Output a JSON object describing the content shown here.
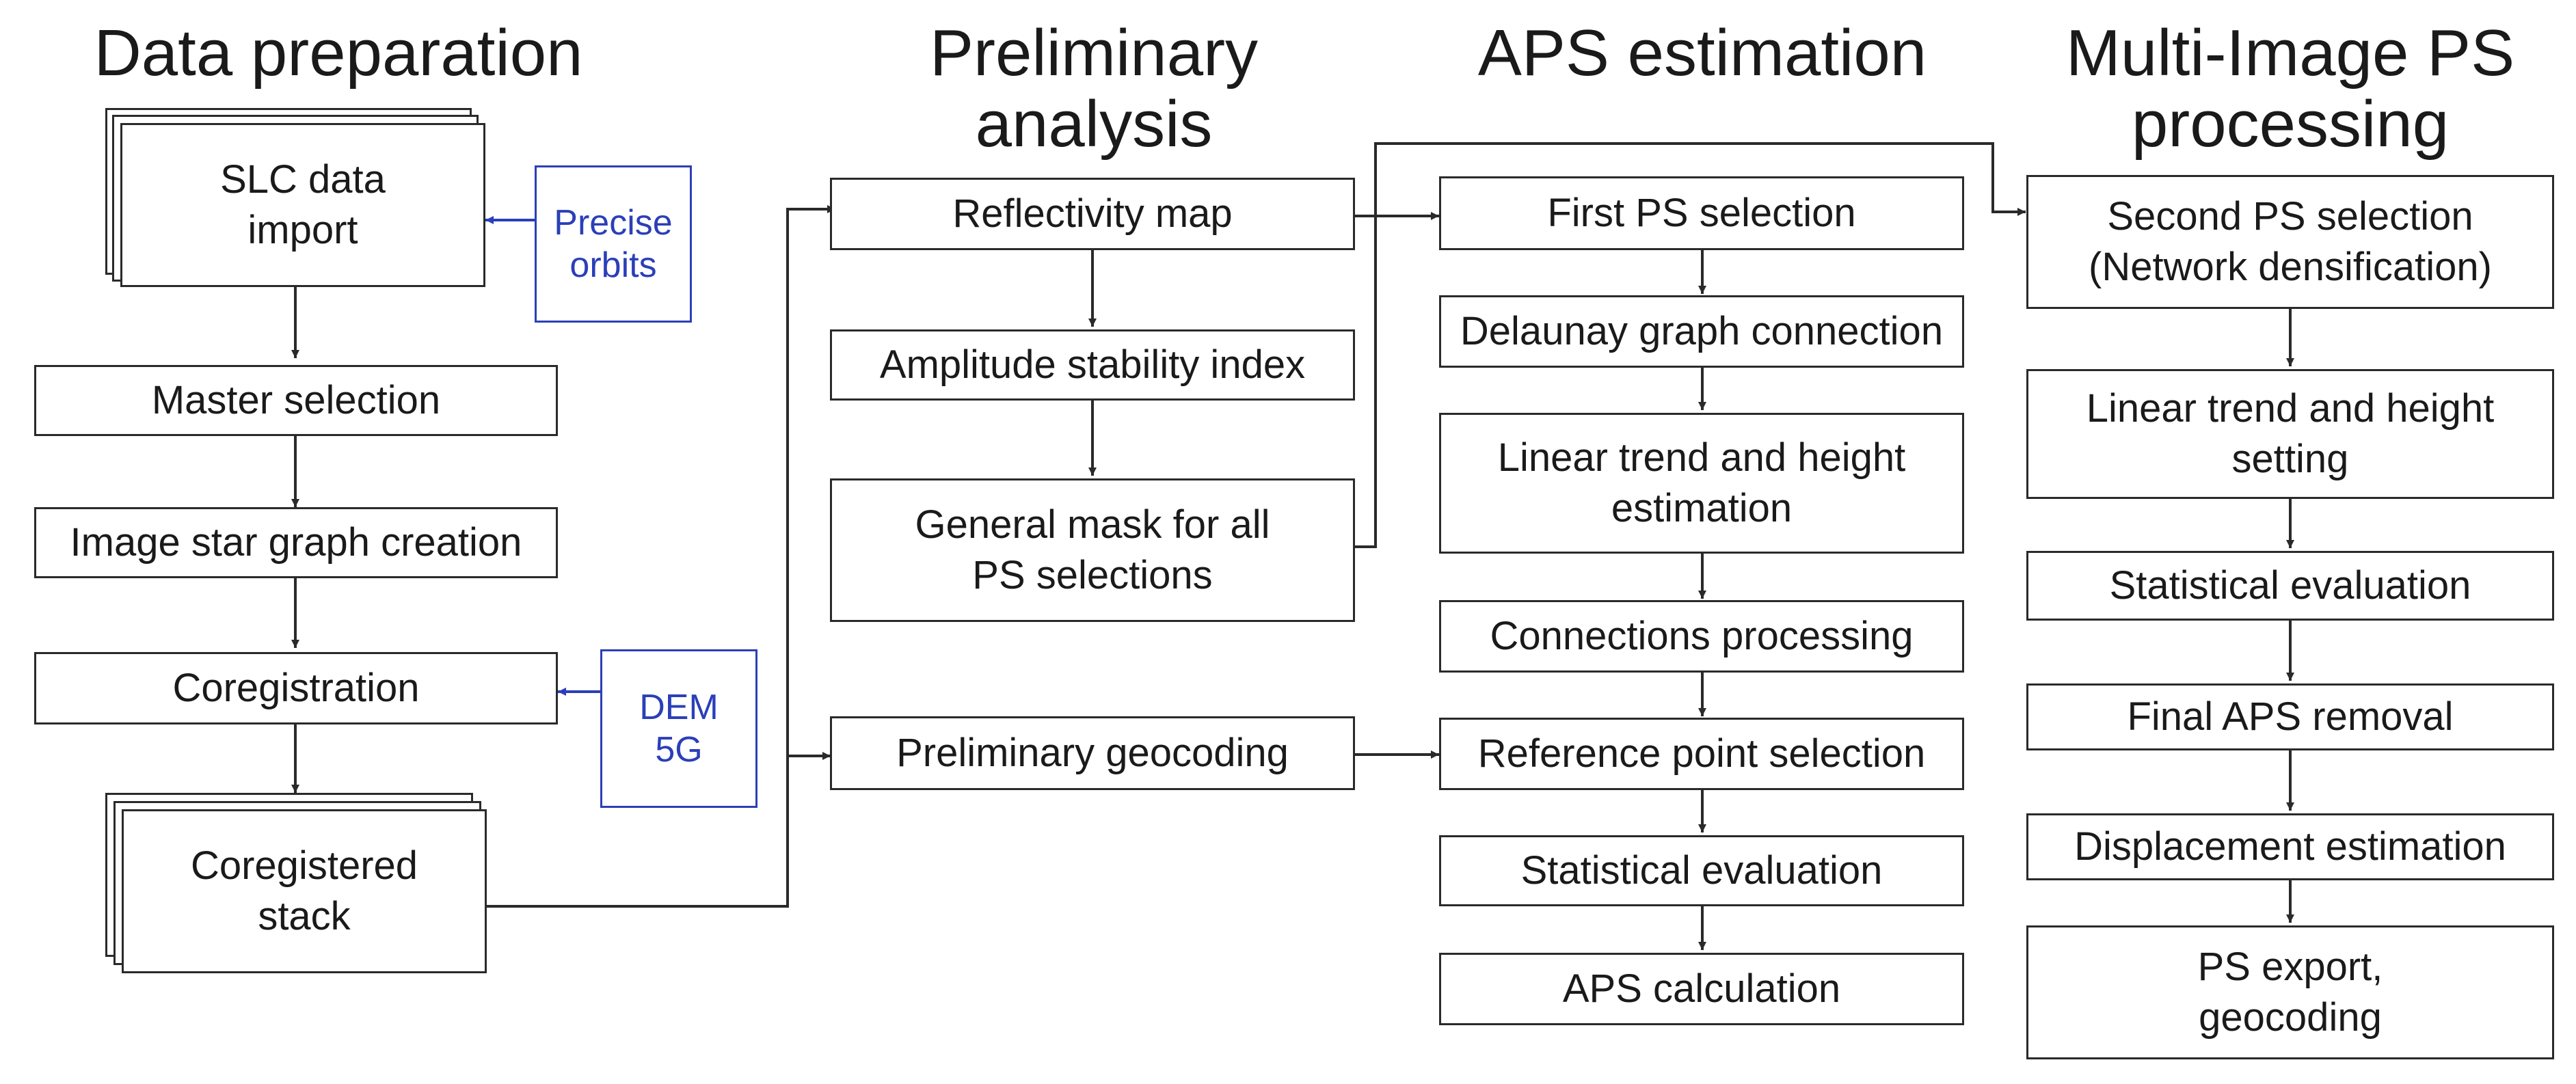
{
  "columns": {
    "data_preparation": {
      "title": "Data preparation",
      "slc_import": "SLC data\nimport",
      "precise_orbits": "Precise\norbits",
      "master_selection": "Master selection",
      "image_star_graph": "Image star graph creation",
      "coregistration": "Coregistration",
      "dem": "DEM\n5G",
      "coregistered_stack": "Coregistered\nstack"
    },
    "preliminary_analysis": {
      "title": "Preliminary\nanalysis",
      "reflectivity_map": "Reflectivity map",
      "amplitude_stability": "Amplitude stability index",
      "general_mask": "General mask for all\nPS selections",
      "preliminary_geocoding": "Preliminary geocoding"
    },
    "aps_estimation": {
      "title": "APS estimation",
      "first_ps_selection": "First PS selection",
      "delaunay": "Delaunay graph connection",
      "linear_trend_estimation": "Linear trend and height\nestimation",
      "connections_processing": "Connections processing",
      "reference_point": "Reference point selection",
      "statistical_evaluation": "Statistical evaluation",
      "aps_calculation": "APS calculation"
    },
    "multi_image": {
      "title": "Multi-Image PS\nprocessing",
      "second_ps_selection": "Second PS selection\n(Network densification)",
      "linear_trend_setting": "Linear trend and height\nsetting",
      "statistical_evaluation": "Statistical evaluation",
      "final_aps_removal": "Final APS removal",
      "displacement_estimation": "Displacement estimation",
      "ps_export": "PS export,\ngeocoding"
    }
  },
  "colors": {
    "line": "#2a2a2a",
    "accent": "#2b3fb8"
  }
}
